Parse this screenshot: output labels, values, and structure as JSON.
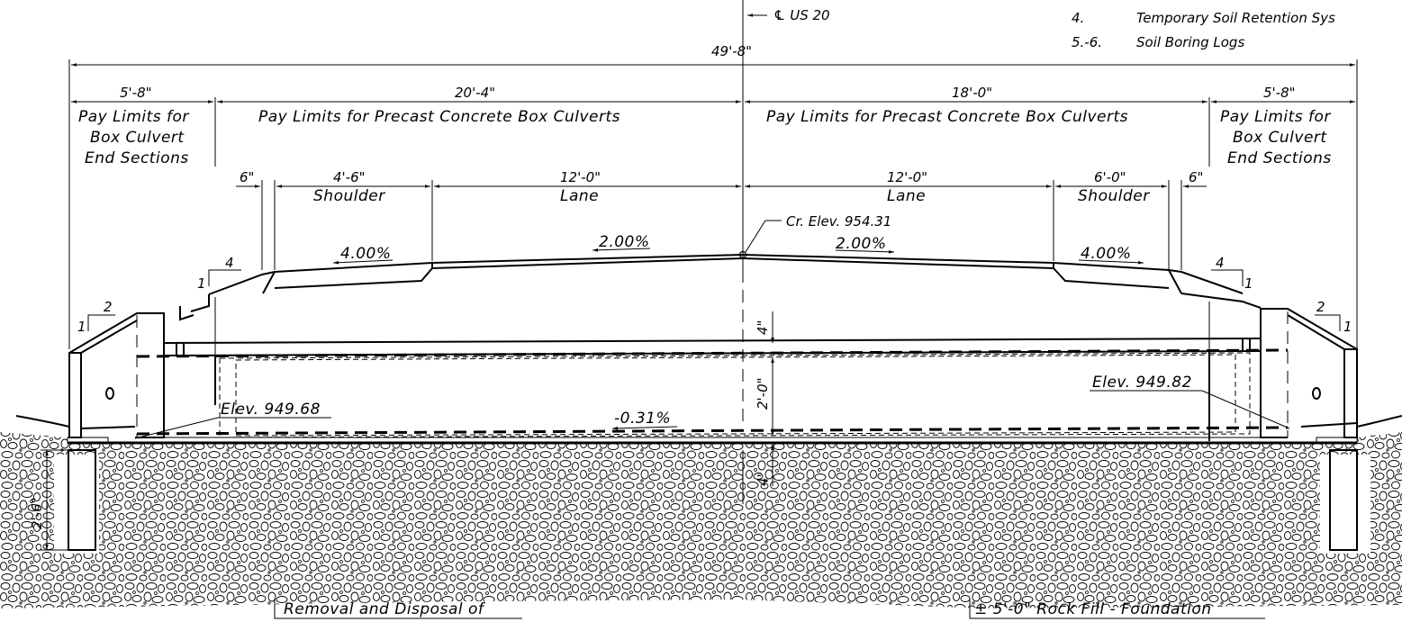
{
  "centerline": "℄ US 20",
  "sheet_notes": [
    {
      "num": "4.",
      "text": "Temporary Soil Retention Sys"
    },
    {
      "num": "5.-6.",
      "text": "Soil Boring Logs"
    }
  ],
  "dimensions": {
    "overall": "49'-8\"",
    "end_left": "5'-8\"",
    "end_right": "5'-8\"",
    "culvert_left": "20'-4\"",
    "culvert_right": "18'-0\"",
    "six_left": "6\"",
    "six_right": "6\"",
    "shoulder_left": "4'-6\"",
    "shoulder_right": "6'-0\"",
    "lane_left": "12'-0\"",
    "lane_right": "12'-0\"",
    "top_cover": "4\"",
    "box_depth": "2'-0\"",
    "bottom_fill": "4\"",
    "footing_depth": "2'-6\""
  },
  "labels": {
    "pay_end_left": [
      "Pay Limits for",
      "Box Culvert",
      "End Sections"
    ],
    "pay_end_right": [
      "Pay Limits for",
      "Box Culvert",
      "End Sections"
    ],
    "pay_culvert_left": "Pay Limits for Precast Concrete Box Culverts",
    "pay_culvert_right": "Pay Limits for Precast Concrete Box Culverts",
    "shoulder": "Shoulder",
    "lane": "Lane",
    "crown": "Cr. Elev. 954.31",
    "elev_left": "Elev. 949.68",
    "elev_right": "Elev. 949.82",
    "culvert_slope": "-0.31%",
    "removal": "Removal and Disposal of",
    "rock_fill": "± 5'-0\" Rock Fill - Foundation"
  },
  "slopes": {
    "shoulder_left": "4.00%",
    "lane_left": "2.00%",
    "lane_right": "2.00%",
    "shoulder_right": "4.00%",
    "side_rise": "1",
    "side_run_upper": "4",
    "side_run_lower": "2"
  }
}
